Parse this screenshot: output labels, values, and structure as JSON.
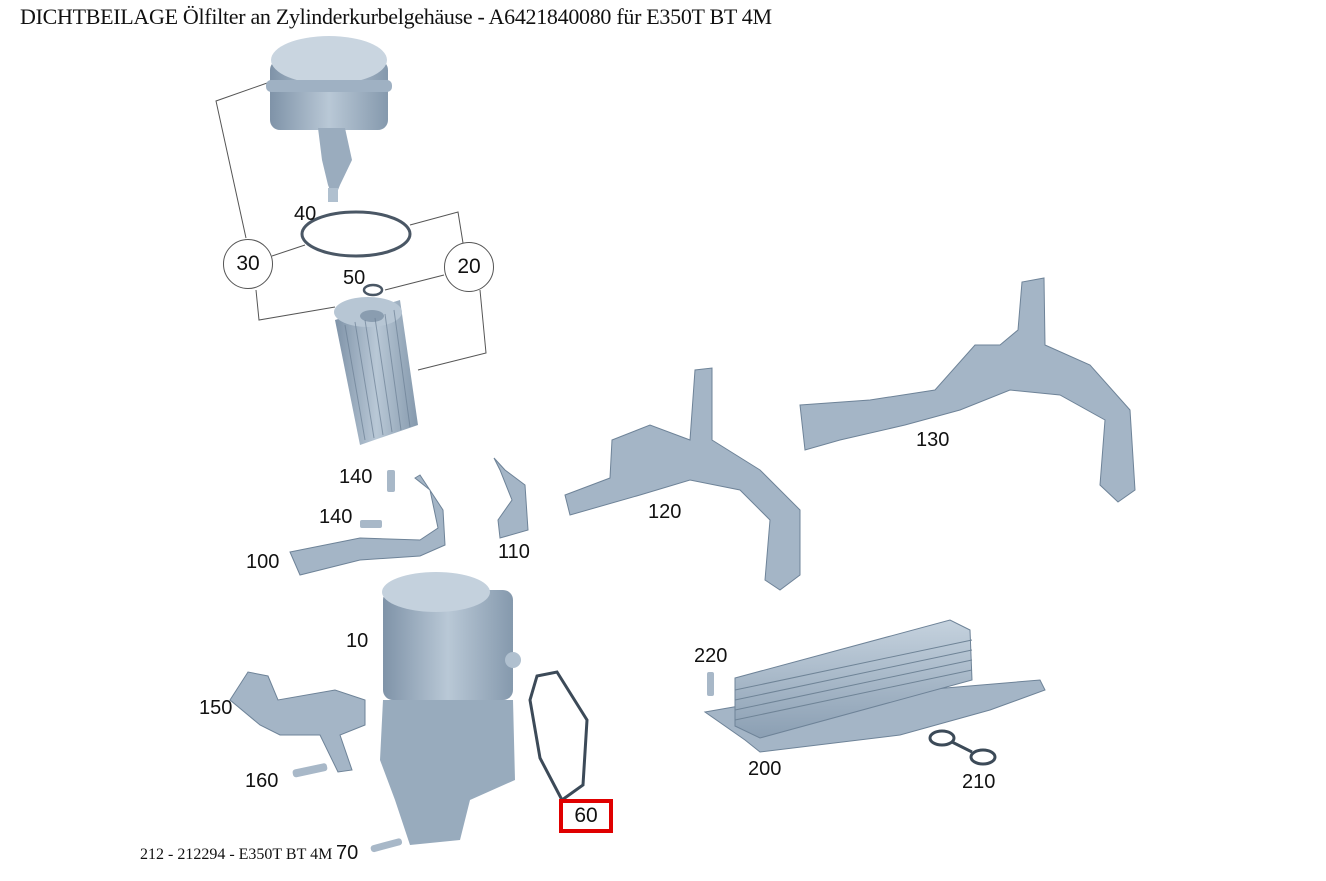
{
  "header": {
    "title": "DICHTBEILAGE Ölfilter an Zylinderkurbelgehäuse - A6421840080 für E350T BT 4M"
  },
  "footer": {
    "caption": "212 - 212294 - E350T BT 4M"
  },
  "diagram": {
    "highlight_color": "#e00000",
    "part_color": "#a7b8c8",
    "callouts": [
      {
        "id": "10",
        "label": "10"
      },
      {
        "id": "20",
        "label": "20",
        "style": "circle"
      },
      {
        "id": "30",
        "label": "30",
        "style": "circle"
      },
      {
        "id": "40",
        "label": "40"
      },
      {
        "id": "50",
        "label": "50"
      },
      {
        "id": "60",
        "label": "60",
        "style": "highlighted"
      },
      {
        "id": "70",
        "label": "70"
      },
      {
        "id": "100",
        "label": "100"
      },
      {
        "id": "110",
        "label": "110"
      },
      {
        "id": "120",
        "label": "120"
      },
      {
        "id": "130",
        "label": "130"
      },
      {
        "id": "140a",
        "label": "140"
      },
      {
        "id": "140b",
        "label": "140"
      },
      {
        "id": "150",
        "label": "150"
      },
      {
        "id": "160",
        "label": "160"
      },
      {
        "id": "200",
        "label": "200"
      },
      {
        "id": "210",
        "label": "210"
      },
      {
        "id": "220",
        "label": "220"
      }
    ]
  }
}
